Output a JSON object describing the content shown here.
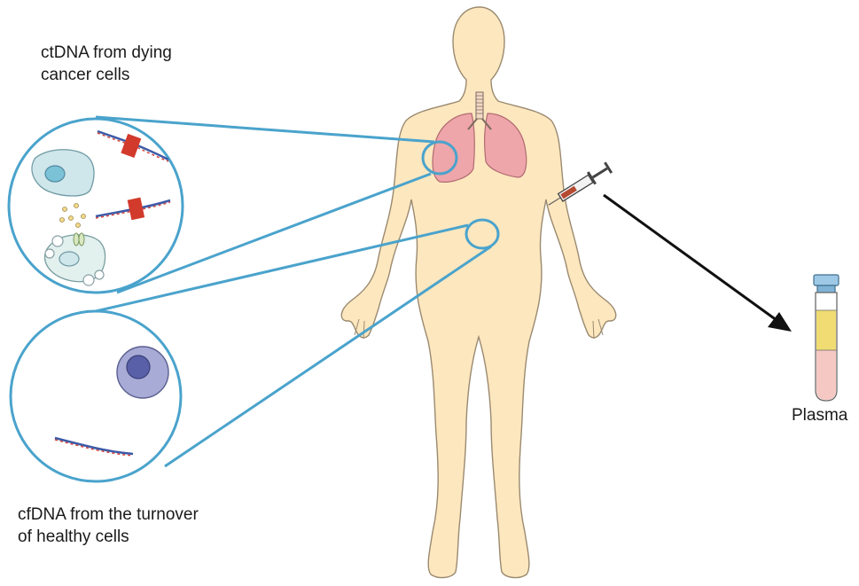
{
  "labels": {
    "ctdna_line1": "ctDNA from dying",
    "ctdna_line2": "cancer cells",
    "cfdna_line1": "cfDNA from the turnover",
    "cfdna_line2": "of healthy cells",
    "plasma": "Plasma"
  },
  "colors": {
    "zoom_line": "#4aa3cc",
    "body_fill": "#fde7bf",
    "body_stroke": "#9a8a70",
    "lung_fill": "#eea6aa",
    "tumor_mark": "#d23a2c",
    "cancer_cell": "#cfe6ea",
    "healthy_cell": "#9aa0cf",
    "plasma_fill": "#f0dc72",
    "cell_layer_fill": "#f6c8c4"
  },
  "icons": [
    "body-silhouette-icon",
    "lungs-icon",
    "syringe-icon",
    "blood-tube-icon",
    "dna-strand-icon",
    "cancer-cell-icon",
    "apoptotic-cell-icon",
    "healthy-cell-icon"
  ]
}
